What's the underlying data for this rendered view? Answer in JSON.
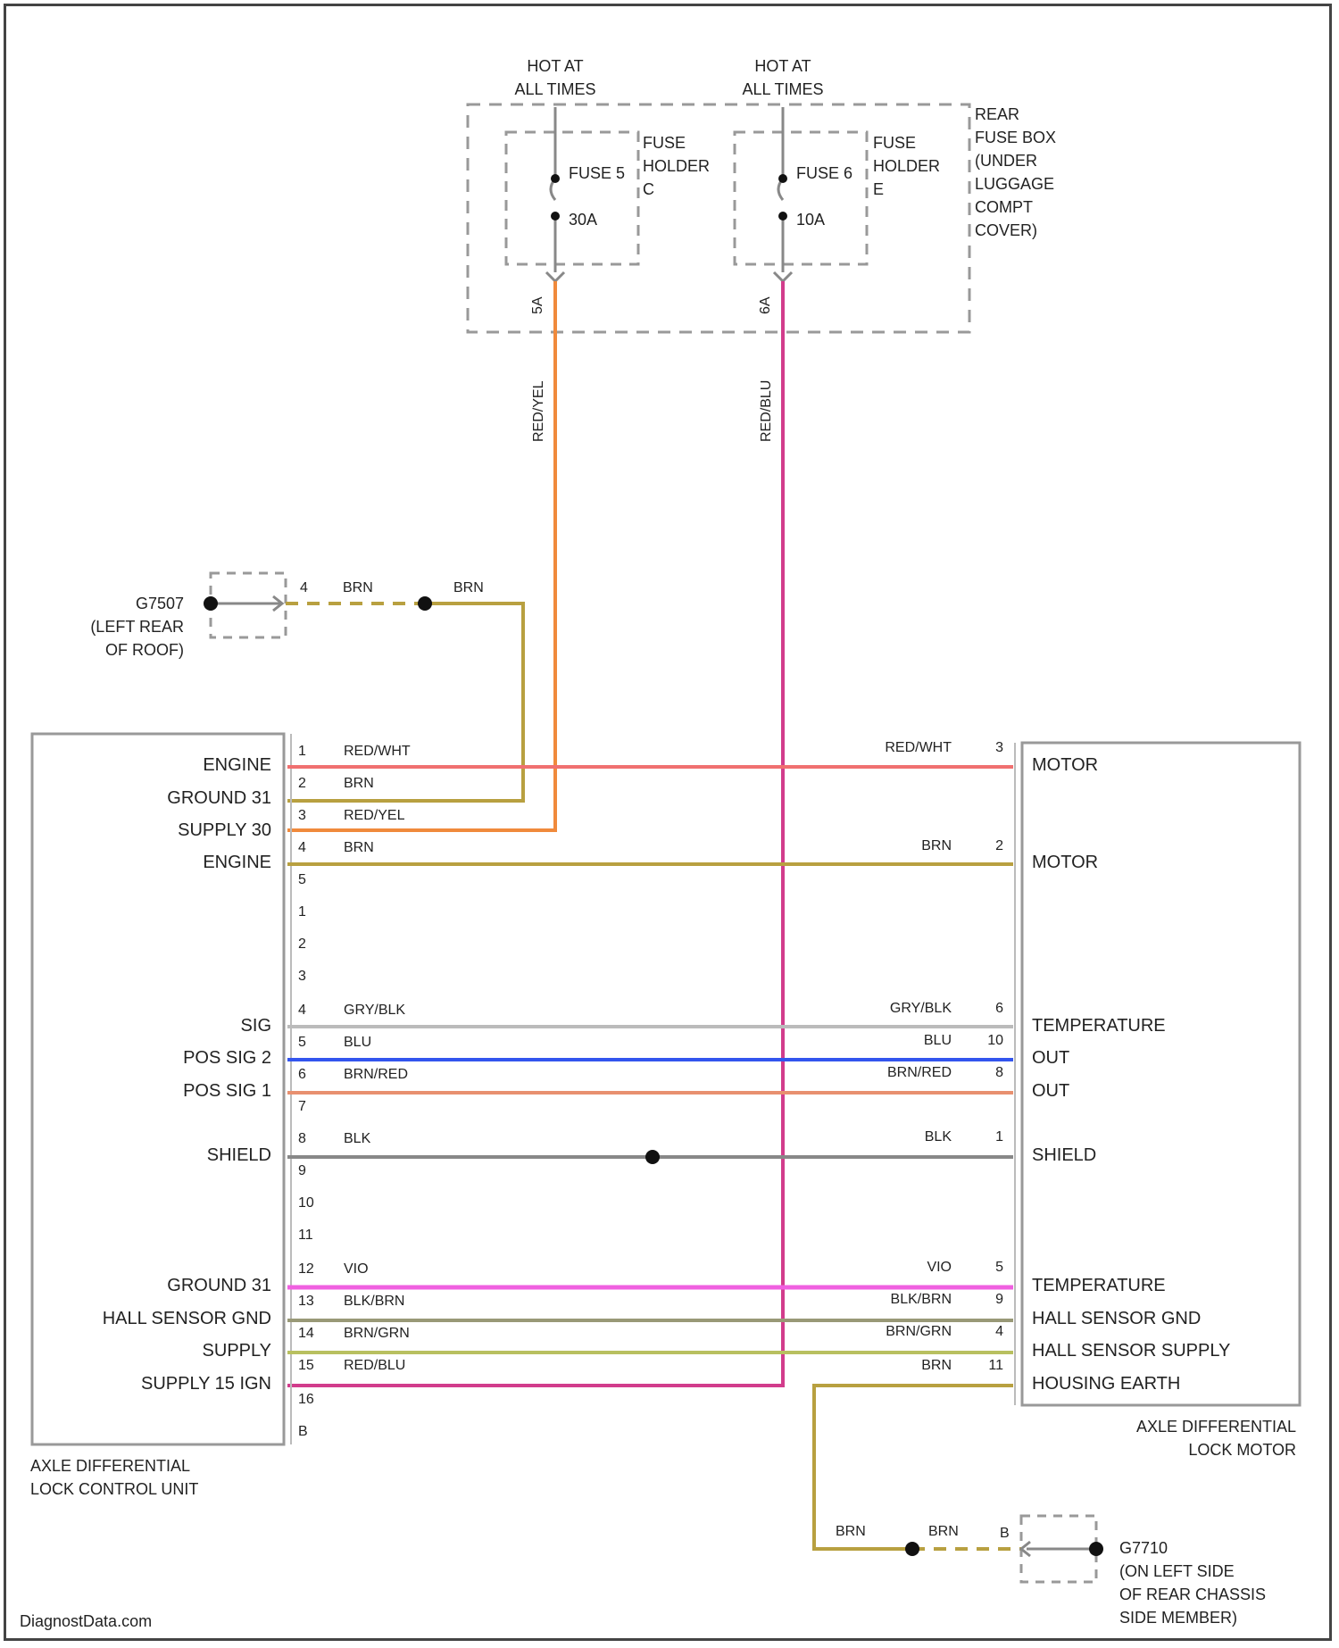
{
  "fuse_box": {
    "fuse5": {
      "hot": [
        "HOT AT",
        "ALL TIMES"
      ],
      "name": "FUSE 5",
      "amp": "30A",
      "holder": [
        "FUSE",
        "HOLDER",
        "C"
      ],
      "pin": "5A",
      "wire": "RED/YEL"
    },
    "fuse6": {
      "hot": [
        "HOT AT",
        "ALL TIMES"
      ],
      "name": "FUSE 6",
      "amp": "10A",
      "holder": [
        "FUSE",
        "HOLDER",
        "E"
      ],
      "pin": "6A",
      "wire": "RED/BLU"
    },
    "label": [
      "REAR",
      "FUSE BOX",
      "(UNDER",
      "LUGGAGE",
      "COMPT",
      "COVER)"
    ]
  },
  "ground_top": {
    "id": "G7507",
    "location": [
      "(LEFT REAR",
      "OF ROOF)"
    ],
    "pin": "4",
    "wire_left": "BRN",
    "wire_right": "BRN"
  },
  "ground_bottom": {
    "id": "G7710",
    "location": [
      "(ON LEFT SIDE",
      "OF REAR CHASSIS",
      "SIDE MEMBER)"
    ],
    "pin": "B",
    "wire_left": "BRN",
    "wire_right": "BRN"
  },
  "control_unit": {
    "name": [
      "AXLE DIFFERENTIAL",
      "LOCK CONTROL UNIT"
    ],
    "pins": [
      {
        "num": "1",
        "label": "ENGINE",
        "wire": "RED/WHT"
      },
      {
        "num": "2",
        "label": "GROUND 31",
        "wire": "BRN"
      },
      {
        "num": "3",
        "label": "SUPPLY 30",
        "wire": "RED/YEL"
      },
      {
        "num": "4",
        "label": "ENGINE",
        "wire": "BRN"
      },
      {
        "num": "5",
        "label": "",
        "wire": ""
      },
      {
        "num": "1",
        "label": "",
        "wire": ""
      },
      {
        "num": "2",
        "label": "",
        "wire": ""
      },
      {
        "num": "3",
        "label": "",
        "wire": ""
      },
      {
        "num": "4",
        "label": "SIG",
        "wire": "GRY/BLK"
      },
      {
        "num": "5",
        "label": "POS SIG 2",
        "wire": "BLU"
      },
      {
        "num": "6",
        "label": "POS SIG 1",
        "wire": "BRN/RED"
      },
      {
        "num": "7",
        "label": "",
        "wire": ""
      },
      {
        "num": "8",
        "label": "SHIELD",
        "wire": "BLK"
      },
      {
        "num": "9",
        "label": "",
        "wire": ""
      },
      {
        "num": "10",
        "label": "",
        "wire": ""
      },
      {
        "num": "11",
        "label": "",
        "wire": ""
      },
      {
        "num": "12",
        "label": "GROUND 31",
        "wire": "VIO"
      },
      {
        "num": "13",
        "label": "HALL SENSOR GND",
        "wire": "BLK/BRN"
      },
      {
        "num": "14",
        "label": "SUPPLY",
        "wire": "BRN/GRN"
      },
      {
        "num": "15",
        "label": "SUPPLY 15 IGN",
        "wire": "RED/BLU"
      },
      {
        "num": "16",
        "label": "",
        "wire": ""
      },
      {
        "num": "B",
        "label": "",
        "wire": ""
      }
    ]
  },
  "motor": {
    "name": [
      "AXLE DIFFERENTIAL",
      "LOCK MOTOR"
    ],
    "pins": [
      {
        "num": "3",
        "label": "MOTOR",
        "wire": "RED/WHT"
      },
      {
        "num": "2",
        "label": "MOTOR",
        "wire": "BRN"
      },
      {
        "num": "6",
        "label": "TEMPERATURE",
        "wire": "GRY/BLK"
      },
      {
        "num": "10",
        "label": "OUT",
        "wire": "BLU"
      },
      {
        "num": "8",
        "label": "OUT",
        "wire": "BRN/RED"
      },
      {
        "num": "1",
        "label": "SHIELD",
        "wire": "BLK"
      },
      {
        "num": "5",
        "label": "TEMPERATURE",
        "wire": "VIO"
      },
      {
        "num": "9",
        "label": "HALL SENSOR GND",
        "wire": "BLK/BRN"
      },
      {
        "num": "4",
        "label": "HALL SENSOR SUPPLY",
        "wire": "BRN/GRN"
      },
      {
        "num": "11",
        "label": "HOUSING EARTH",
        "wire": "BRN"
      }
    ]
  },
  "watermark": "DiagnostData.com",
  "colors": {
    "red_yel": "#f08a3c",
    "red_blu": "#d23c8c",
    "red_wht": "#f07070",
    "brn": "#b8a040",
    "gry_blk": "#bbbbbb",
    "blu": "#3355ee",
    "brn_red": "#e89070",
    "blk": "#888888",
    "vio": "#f060e0",
    "blk_brn": "#999977",
    "brn_grn": "#b8c060"
  }
}
